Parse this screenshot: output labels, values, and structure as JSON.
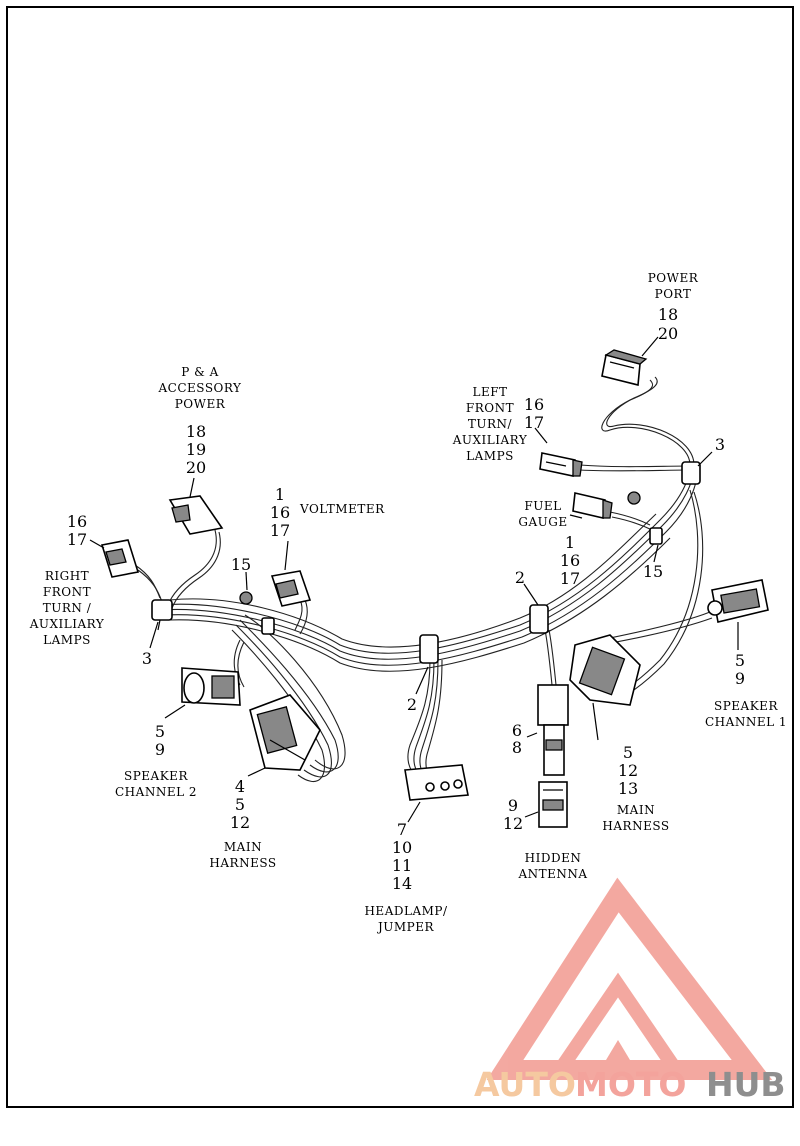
{
  "labels": {
    "power_port": {
      "name": [
        "POWER",
        "PORT"
      ],
      "nums": [
        "18",
        "20"
      ]
    },
    "left_front": {
      "name": [
        "LEFT",
        "FRONT",
        "TURN/",
        "AUXILIARY",
        "LAMPS"
      ],
      "nums": [
        "16",
        "17"
      ]
    },
    "pa_accessory": {
      "name": [
        "P & A",
        "ACCESSORY",
        "POWER"
      ],
      "nums": [
        "18",
        "19",
        "20"
      ]
    },
    "voltmeter": {
      "name": "VOLTMETER",
      "nums": [
        "1",
        "16",
        "17"
      ]
    },
    "right_front": {
      "name": [
        "RIGHT",
        "FRONT",
        "TURN /",
        "AUXILIARY",
        "LAMPS"
      ],
      "nums": [
        "16",
        "17"
      ]
    },
    "fuel_gauge": {
      "name": [
        "FUEL",
        "GAUGE"
      ],
      "nums": [
        "1",
        "16",
        "17"
      ]
    },
    "speaker_ch1": {
      "name": [
        "SPEAKER",
        "CHANNEL 1"
      ],
      "nums": [
        "5",
        "9"
      ]
    },
    "speaker_ch2": {
      "name": [
        "SPEAKER",
        "CHANNEL 2"
      ],
      "nums": [
        "5",
        "9"
      ]
    },
    "main_harness_left": {
      "name": [
        "MAIN",
        "HARNESS"
      ],
      "nums": [
        "4",
        "5",
        "12"
      ]
    },
    "main_harness_right": {
      "name": [
        "MAIN",
        "HARNESS"
      ],
      "nums": [
        "5",
        "12",
        "13"
      ]
    },
    "headlamp": {
      "name": [
        "HEADLAMP/",
        "JUMPER"
      ],
      "nums": [
        "7",
        "10",
        "11",
        "14"
      ]
    },
    "hidden_antenna": {
      "name": [
        "HIDDEN",
        "ANTENNA"
      ],
      "nums": [
        "9",
        "12"
      ]
    },
    "part_68": {
      "nums": [
        "6",
        "8"
      ]
    },
    "ref_3_left": "3",
    "ref_3_right": "3",
    "ref_15_left": "15",
    "ref_15_right": "15",
    "ref_2_center": "2",
    "ref_2_upper": "2"
  },
  "watermark": {
    "auto": "AUTO",
    "moto": "MOTO",
    "hub": "HUB",
    "colors": {
      "auto": "#f5c9a0",
      "moto": "#f3a39c",
      "hub": "#8e8e8e",
      "logo": "#f19a90"
    }
  }
}
